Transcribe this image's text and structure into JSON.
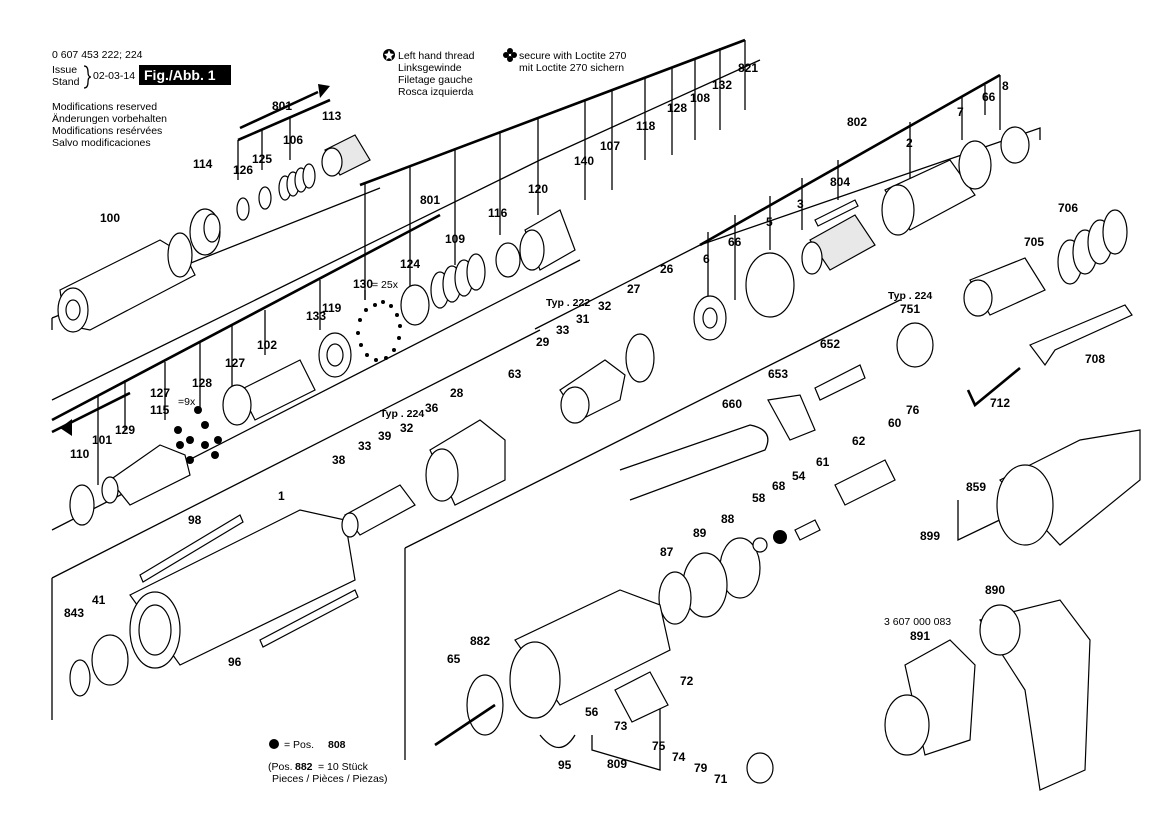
{
  "header": {
    "part_number": "0 607 453 222; 224",
    "issue_label": "Issue",
    "stand_label": "Stand",
    "date": "02-03-14",
    "figure_label": "Fig./Abb. 1",
    "modifications": [
      "Modifications reserved",
      "Änderungen vorbehalten",
      "Modifications resérvées",
      "Salvo modificaciones"
    ]
  },
  "legend": {
    "left_hand_thread": [
      "Left hand thread",
      "Linksgewinde",
      "Filetage gauche",
      "Rosca izquierda"
    ],
    "loctite": [
      "secure with Loctite 270",
      "mit Loctite 270 sichern"
    ]
  },
  "footer": {
    "bullet_note": "= Pos.",
    "bullet_pos": "808",
    "pos_note_prefix": "(Pos.",
    "pos_note_num": "882",
    "pos_note_suffix": "= 10 Stück",
    "pos_note_line2": "Pieces / Pièces / Piezas)"
  },
  "typ_labels": {
    "typ_222": "Typ . 222",
    "typ_224": "Typ . 224"
  },
  "accessory_number": "3 607 000 083",
  "callouts": [
    {
      "id": "c100",
      "text": "100"
    },
    {
      "id": "c114",
      "text": "114"
    },
    {
      "id": "c126",
      "text": "126"
    },
    {
      "id": "c125",
      "text": "125"
    },
    {
      "id": "c801a",
      "text": "801"
    },
    {
      "id": "c106",
      "text": "106"
    },
    {
      "id": "c113",
      "text": "113"
    },
    {
      "id": "c801b",
      "text": "801"
    },
    {
      "id": "c109",
      "text": "109"
    },
    {
      "id": "c116",
      "text": "116"
    },
    {
      "id": "c120",
      "text": "120"
    },
    {
      "id": "c140",
      "text": "140"
    },
    {
      "id": "c107",
      "text": "107"
    },
    {
      "id": "c118",
      "text": "118"
    },
    {
      "id": "c128a",
      "text": "128"
    },
    {
      "id": "c108",
      "text": "108"
    },
    {
      "id": "c132",
      "text": "132"
    },
    {
      "id": "c821",
      "text": "821"
    },
    {
      "id": "c124",
      "text": "124"
    },
    {
      "id": "c130",
      "text": "130"
    },
    {
      "id": "c130q",
      "text": "= 25x"
    },
    {
      "id": "c119",
      "text": "119"
    },
    {
      "id": "c133",
      "text": "133"
    },
    {
      "id": "c102",
      "text": "102"
    },
    {
      "id": "c127a",
      "text": "127"
    },
    {
      "id": "c128b",
      "text": "128"
    },
    {
      "id": "c127b",
      "text": "127"
    },
    {
      "id": "c127q",
      "text": "=9x"
    },
    {
      "id": "c115",
      "text": "115"
    },
    {
      "id": "c129",
      "text": "129"
    },
    {
      "id": "c101",
      "text": "101"
    },
    {
      "id": "c110",
      "text": "110"
    },
    {
      "id": "c33a",
      "text": "33"
    },
    {
      "id": "c31",
      "text": "31"
    },
    {
      "id": "c32a",
      "text": "32"
    },
    {
      "id": "c29",
      "text": "29"
    },
    {
      "id": "c26",
      "text": "26"
    },
    {
      "id": "c27",
      "text": "27"
    },
    {
      "id": "c6",
      "text": "6"
    },
    {
      "id": "c66a",
      "text": "66"
    },
    {
      "id": "c5",
      "text": "5"
    },
    {
      "id": "c3",
      "text": "3"
    },
    {
      "id": "c804",
      "text": "804"
    },
    {
      "id": "c802",
      "text": "802"
    },
    {
      "id": "c2",
      "text": "2"
    },
    {
      "id": "c7",
      "text": "7"
    },
    {
      "id": "c66b",
      "text": "66"
    },
    {
      "id": "c8",
      "text": "8"
    },
    {
      "id": "c706",
      "text": "706"
    },
    {
      "id": "c705",
      "text": "705"
    },
    {
      "id": "c751",
      "text": "751"
    },
    {
      "id": "c708",
      "text": "708"
    },
    {
      "id": "c712",
      "text": "712"
    },
    {
      "id": "c652",
      "text": "652"
    },
    {
      "id": "c653",
      "text": "653"
    },
    {
      "id": "c660",
      "text": "660"
    },
    {
      "id": "c63",
      "text": "63"
    },
    {
      "id": "c28",
      "text": "28"
    },
    {
      "id": "c36",
      "text": "36"
    },
    {
      "id": "c39",
      "text": "39"
    },
    {
      "id": "c32b",
      "text": "32"
    },
    {
      "id": "c33b",
      "text": "33"
    },
    {
      "id": "c38",
      "text": "38"
    },
    {
      "id": "c1",
      "text": "1"
    },
    {
      "id": "c98",
      "text": "98"
    },
    {
      "id": "c843",
      "text": "843"
    },
    {
      "id": "c41",
      "text": "41"
    },
    {
      "id": "c96",
      "text": "96"
    },
    {
      "id": "c76",
      "text": "76"
    },
    {
      "id": "c60",
      "text": "60"
    },
    {
      "id": "c62",
      "text": "62"
    },
    {
      "id": "c61",
      "text": "61"
    },
    {
      "id": "c54",
      "text": "54"
    },
    {
      "id": "c68",
      "text": "68"
    },
    {
      "id": "c58",
      "text": "58"
    },
    {
      "id": "c88",
      "text": "88"
    },
    {
      "id": "c89",
      "text": "89"
    },
    {
      "id": "c87",
      "text": "87"
    },
    {
      "id": "c859",
      "text": "859"
    },
    {
      "id": "c899",
      "text": "899"
    },
    {
      "id": "c890",
      "text": "890"
    },
    {
      "id": "c891",
      "text": "891"
    },
    {
      "id": "c882",
      "text": "882"
    },
    {
      "id": "c65",
      "text": "65"
    },
    {
      "id": "c72",
      "text": "72"
    },
    {
      "id": "c56",
      "text": "56"
    },
    {
      "id": "c73",
      "text": "73"
    },
    {
      "id": "c75",
      "text": "75"
    },
    {
      "id": "c74",
      "text": "74"
    },
    {
      "id": "c79",
      "text": "79"
    },
    {
      "id": "c71",
      "text": "71"
    },
    {
      "id": "c809",
      "text": "809"
    },
    {
      "id": "c95",
      "text": "95"
    }
  ]
}
